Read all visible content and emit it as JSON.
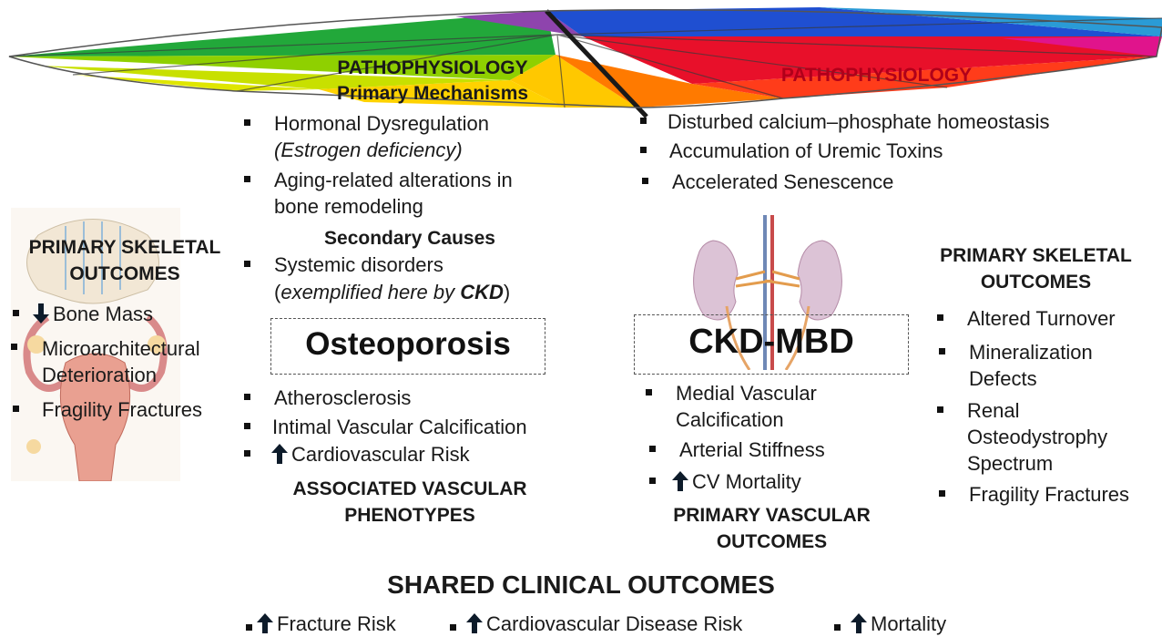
{
  "umbrella": {
    "left_title": "PATHOPHYSIOLOGY",
    "left_subtitle": "Primary Mechanisms",
    "right_title": "PATHOPHYSIOLOGY"
  },
  "osteoporosis": {
    "title": "Osteoporosis",
    "mechanisms": [
      {
        "text": "Hormonal Dysregulation",
        "sub": "(Estrogen deficiency)"
      },
      {
        "text": "Aging-related alterations in",
        "sub": "bone remodeling"
      }
    ],
    "secondary_header": "Secondary Causes",
    "secondary_items": [
      {
        "text": "Systemic disorders",
        "sub_prefix": "(",
        "sub_italic": "exemplified here by ",
        "sub_bold": "CKD",
        "sub_suffix": ")"
      }
    ],
    "skeletal_header_line1": "PRIMARY SKELETAL",
    "skeletal_header_line2": "OUTCOMES",
    "skeletal_items": [
      "Bone Mass",
      "Microarchitectural",
      "Deterioration",
      "Fragility Fractures"
    ],
    "vascular_items": [
      "Atherosclerosis",
      "Intimal Vascular Calcification",
      "Cardiovascular Risk"
    ],
    "vascular_header_line1": "ASSOCIATED VASCULAR",
    "vascular_header_line2": "PHENOTYPES"
  },
  "ckd": {
    "title": "CKD-MBD",
    "mechanisms": [
      "Disturbed calcium–phosphate homeostasis",
      "Accumulation of Uremic Toxins",
      "Accelerated Senescence"
    ],
    "skeletal_header_line1": "PRIMARY SKELETAL",
    "skeletal_header_line2": "OUTCOMES",
    "skeletal_items": [
      "Altered Turnover",
      "Mineralization",
      "Defects",
      "Renal",
      "Osteodystrophy",
      "Spectrum",
      "Fragility Fractures"
    ],
    "vascular_items": [
      "Medial Vascular",
      "Calcification",
      "Arterial Stiffness",
      "CV Mortality"
    ],
    "vascular_header_line1": "PRIMARY VASCULAR",
    "vascular_header_line2": "OUTCOMES"
  },
  "shared": {
    "title": "SHARED CLINICAL OUTCOMES",
    "items": [
      "Fracture Risk",
      "Cardiovascular Disease Risk",
      "Mortality"
    ]
  },
  "colors": {
    "arrow_up": "#0d1b2a",
    "arrow_down": "#0d1b2a",
    "pathophys_right": "#b0001a"
  }
}
